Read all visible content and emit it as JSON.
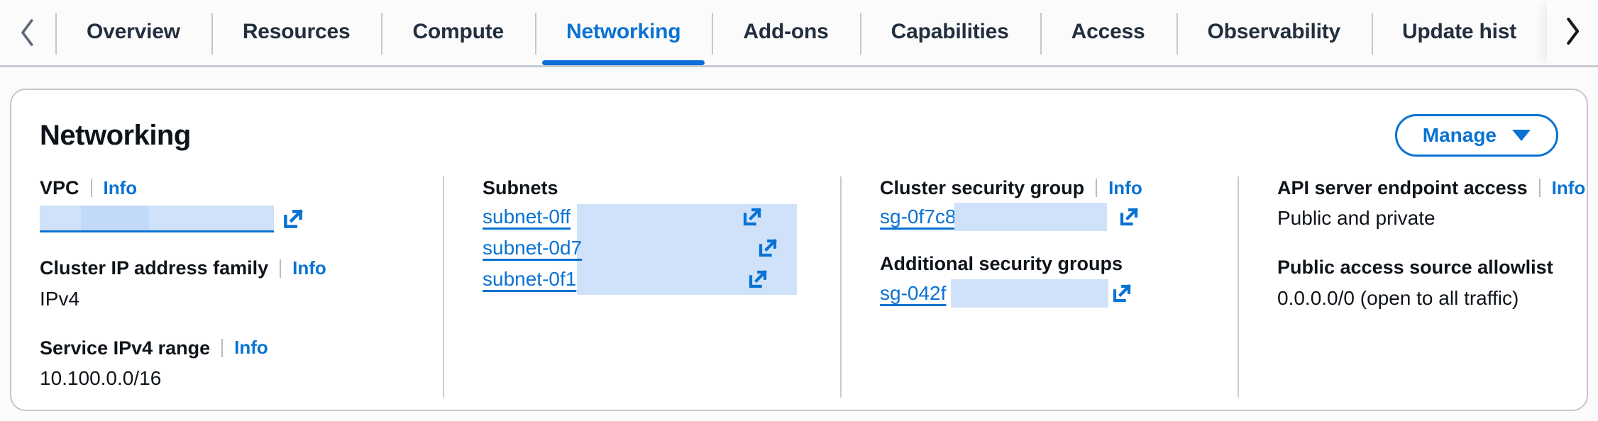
{
  "tabs": {
    "scroll_left_icon": "chevron-left-icon",
    "scroll_right_icon": "chevron-right-icon",
    "items": [
      {
        "label": "Overview",
        "active": false
      },
      {
        "label": "Resources",
        "active": false
      },
      {
        "label": "Compute",
        "active": false
      },
      {
        "label": "Networking",
        "active": true
      },
      {
        "label": "Add-ons",
        "active": false
      },
      {
        "label": "Capabilities",
        "active": false
      },
      {
        "label": "Access",
        "active": false
      },
      {
        "label": "Observability",
        "active": false
      },
      {
        "label": "Update hist",
        "active": false
      }
    ]
  },
  "panel": {
    "title": "Networking",
    "manage_label": "Manage",
    "manage_caret_icon": "caret-down-icon"
  },
  "columns": {
    "vpc": {
      "label": "VPC",
      "info": "Info",
      "value": "",
      "value_redacted": true,
      "external_icon": "external-link-icon"
    },
    "ip_family": {
      "label": "Cluster IP address family",
      "info": "Info",
      "value": "IPv4"
    },
    "service_range": {
      "label": "Service IPv4 range",
      "info": "Info",
      "value": "10.100.0.0/16"
    },
    "subnets": {
      "label": "Subnets",
      "items": [
        {
          "text": "subnet-0ff",
          "external_icon": "external-link-icon"
        },
        {
          "text": "subnet-0d7",
          "external_icon": "external-link-icon"
        },
        {
          "text": "subnet-0f1",
          "external_icon": "external-link-icon"
        }
      ]
    },
    "cluster_security_group": {
      "label": "Cluster security group",
      "info": "Info",
      "items": [
        {
          "text": "sg-0f7c8",
          "external_icon": "external-link-icon"
        }
      ]
    },
    "additional_security_groups": {
      "label": "Additional security groups",
      "items": [
        {
          "text": "sg-042f",
          "external_icon": "external-link-icon"
        }
      ]
    },
    "api_endpoint_access": {
      "label": "API server endpoint access",
      "info": "Info",
      "value": "Public and private"
    },
    "public_allowlist": {
      "label": "Public access source allowlist",
      "value": "0.0.0.0/0 (open to all traffic)"
    }
  },
  "colors": {
    "accent": "#0972d3",
    "text": "#0f141a",
    "border": "#c6c6cd",
    "redaction": "#cfe2f9"
  }
}
